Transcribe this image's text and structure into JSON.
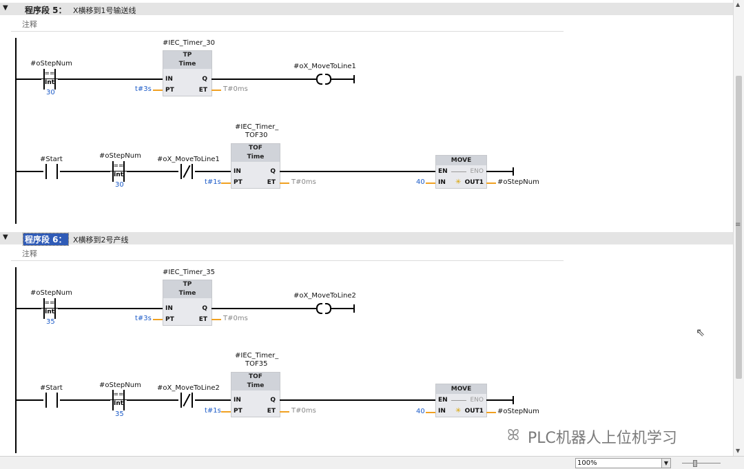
{
  "networks": [
    {
      "title": "程序段 5：",
      "description": "X横移到1号输送线",
      "comment": "注释",
      "selected": false,
      "rung1": {
        "compare": {
          "operand": "#oStepNum",
          "op": "==",
          "type": "Int",
          "value": "30"
        },
        "timer": {
          "instance": "#IEC_Timer_30",
          "kind": "TP",
          "type": "Time",
          "in": "IN",
          "pt": "PT",
          "q": "Q",
          "et": "ET",
          "pt_value": "t#3s",
          "et_value": "T#0ms"
        },
        "coil": "#oX_MoveToLine1"
      },
      "rung2": {
        "start": "#Start",
        "compare": {
          "operand": "#oStepNum",
          "op": "==",
          "type": "Int",
          "value": "30"
        },
        "nc_contact": "#oX_MoveToLine1",
        "timer": {
          "instance_line1": "#IEC_Timer_",
          "instance_line2": "TOF30",
          "kind": "TOF",
          "type": "Time",
          "in": "IN",
          "pt": "PT",
          "q": "Q",
          "et": "ET",
          "pt_value": "t#1s",
          "et_value": "T#0ms"
        },
        "move": {
          "title": "MOVE",
          "en": "EN",
          "eno": "ENO",
          "in": "IN",
          "out": "OUT1",
          "in_value": "40",
          "out_value": "#oStepNum"
        }
      }
    },
    {
      "title": "程序段 6：",
      "description": "X横移到2号产线",
      "comment": "注释",
      "selected": true,
      "rung1": {
        "compare": {
          "operand": "#oStepNum",
          "op": "==",
          "type": "Int",
          "value": "35"
        },
        "timer": {
          "instance": "#IEC_Timer_35",
          "kind": "TP",
          "type": "Time",
          "in": "IN",
          "pt": "PT",
          "q": "Q",
          "et": "ET",
          "pt_value": "t#3s",
          "et_value": "T#0ms"
        },
        "coil": "#oX_MoveToLine2"
      },
      "rung2": {
        "start": "#Start",
        "compare": {
          "operand": "#oStepNum",
          "op": "==",
          "type": "Int",
          "value": "35"
        },
        "nc_contact": "#oX_MoveToLine2",
        "timer": {
          "instance_line1": "#IEC_Timer_",
          "instance_line2": "TOF35",
          "kind": "TOF",
          "type": "Time",
          "in": "IN",
          "pt": "PT",
          "q": "Q",
          "et": "ET",
          "pt_value": "t#1s",
          "et_value": "T#0ms"
        },
        "move": {
          "title": "MOVE",
          "en": "EN",
          "eno": "ENO",
          "in": "IN",
          "out": "OUT1",
          "in_value": "40",
          "out_value": "#oStepNum"
        }
      }
    }
  ],
  "statusbar": {
    "zoom": "100%"
  },
  "watermark": "PLC机器人上位机学习",
  "icons": {
    "collapse": "triangle-down-icon",
    "zoom_dropdown": "chevron-down-icon",
    "watermark": "wechat-icon",
    "cursor": "mouse-pointer-icon"
  },
  "colors": {
    "header_bg": "#e4e4e4",
    "selected_title": "#2f5bb7",
    "constant_text": "#1c5bc8",
    "operand_wire": "#f0a020",
    "box_fill": "#e8e9ed"
  }
}
